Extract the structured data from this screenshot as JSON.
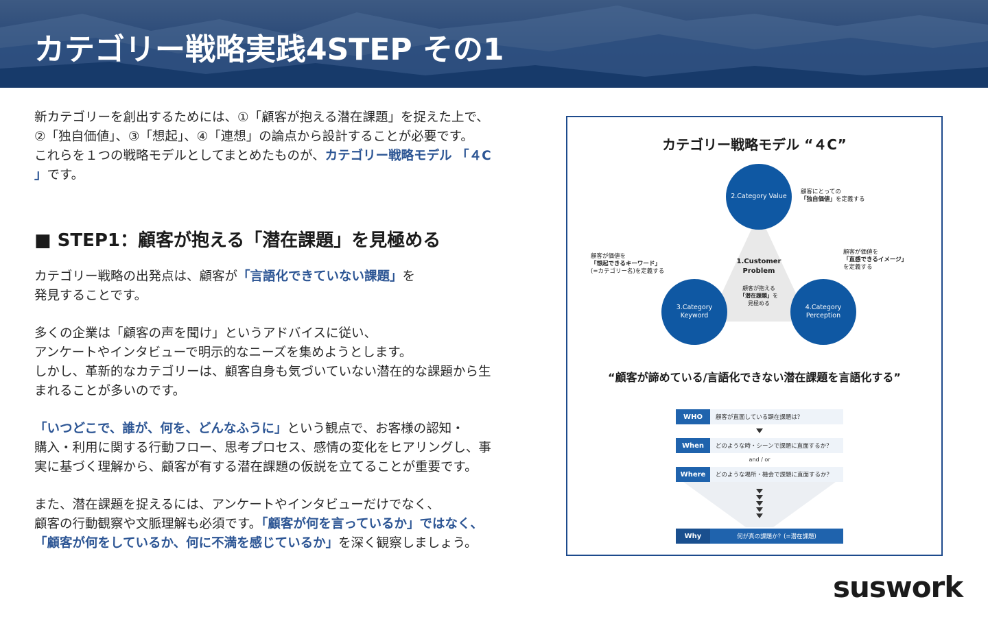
{
  "header": {
    "title": "カテゴリー戦略実践4STEP その1"
  },
  "intro": {
    "line1": "新カテゴリーを創出するためには、①「顧客が抱える潜在課題」を捉えた上で、",
    "line2": "②「独自価値」、③「想起」、④「連想」の論点から設計することが必要です。",
    "line3_pre": "これらを１つの戦略モデルとしてまとめたものが、",
    "line3_hl": "カテゴリー戦略モデル 「４C",
    "line4_hl": "」",
    "line4_post": "です。"
  },
  "step1": {
    "heading": "■ STEP1：顧客が抱える「潜在課題」を見極める",
    "p1_pre": "カテゴリー戦略の出発点は、顧客が",
    "p1_hl": "「言語化できていない課題」",
    "p1_post": "を",
    "p1_line2": "発見することです。",
    "p2_line1": "多くの企業は「顧客の声を聞け」というアドバイスに従い、",
    "p2_line2": "アンケートやインタビューで明示的なニーズを集めようとします。",
    "p2_line3": "しかし、革新的なカテゴリーは、顧客自身も気づいていない潜在的な課題から生",
    "p2_line4": "まれることが多いのです。",
    "p3_hl": "「いつどこで、誰が、何を、どんなふうに」",
    "p3_post": "という観点で、お客様の認知・",
    "p3_line2": "購入・利用に関する行動フロー、思考プロセス、感情の変化をヒアリングし、事",
    "p3_line3": "実に基づく理解から、顧客が有する潜在課題の仮説を立てることが重要です。",
    "p4_line1": "また、潜在課題を捉えるには、アンケートやインタビューだけでなく、",
    "p4_line2_pre": "顧客の行動観察や文脈理解も必須です。",
    "p4_line2_hl": "「顧客が何を言っているか」ではなく、",
    "p4_line3_hl": "「顧客が何をしているか、何に不満を感じているか」",
    "p4_line3_post": "を深く観察しましょう。"
  },
  "figure": {
    "title": "カテゴリー戦略モデル “４C”",
    "center_title": "1.Customer Problem",
    "center_sub_pre": "顧客が抱える",
    "center_sub_hl": "「潜在課題」",
    "center_sub_mid": "を",
    "center_sub_post": "見極める",
    "circle_value": "2.Category Value",
    "circle_keyword": "3.Category Keyword",
    "circle_perception": "4.Category Perception",
    "note_value_1": "顧客にとっての",
    "note_value_2_hl": "「独自価値」",
    "note_value_2_post": "を定義する",
    "note_keyword_1": "顧客が価値を",
    "note_keyword_2_hl": "「想起できるキーワード」",
    "note_keyword_3": "(=カテゴリー名)を定義する",
    "note_perception_1": "顧客が価値を",
    "note_perception_2_hl": "「直感できるイメージ」",
    "note_perception_3": "を定義する",
    "quote": "“顧客が諦めている/言語化できない潜在課題を言語化する”",
    "flow": {
      "who_label": "WHO",
      "who_text": "顧客が直面している顕在課題は？",
      "when_label": "When",
      "when_text": "どのような時・シーンで課題に直面するか？",
      "and_or": "and / or",
      "where_label": "Where",
      "where_text": "どのような場所・機会で課題に直面するか？",
      "why_label": "Why",
      "why_text": "何が真の課題か？(=潜在課題)"
    }
  },
  "brand": {
    "name": "suswork"
  },
  "colors": {
    "accent": "#2c5594",
    "circle": "#0f58a3",
    "frame": "#1d4a8c"
  }
}
